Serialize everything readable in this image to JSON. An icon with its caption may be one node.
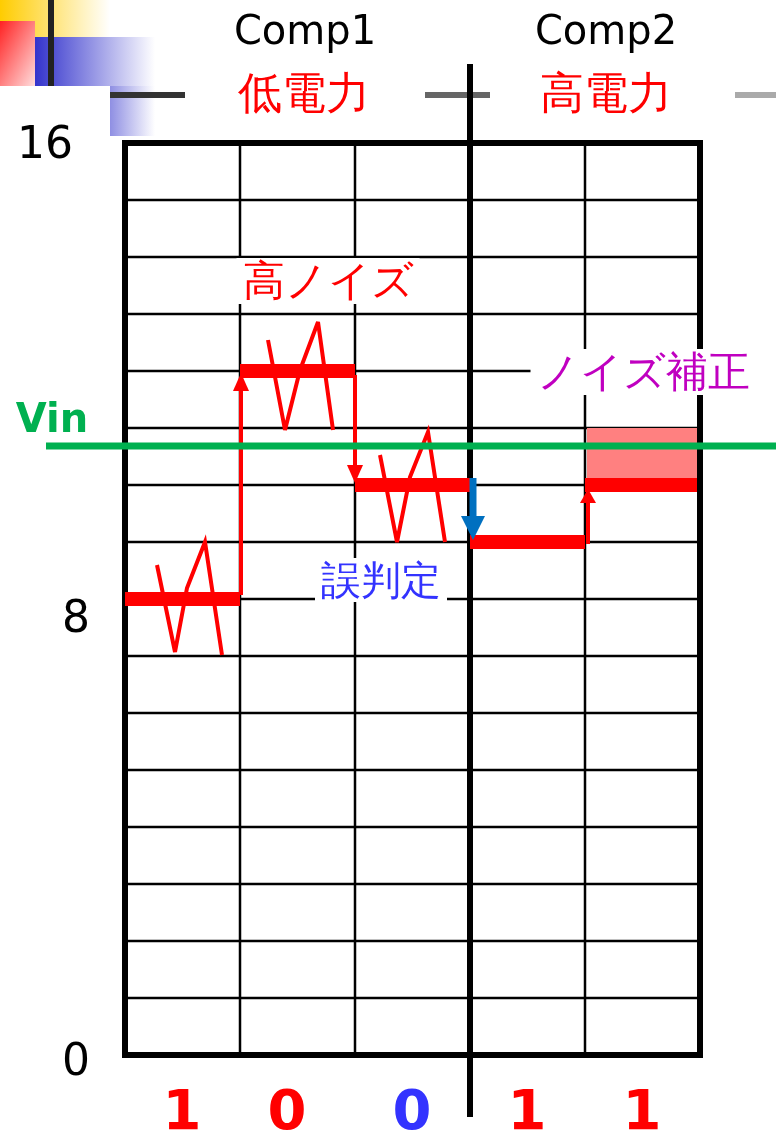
{
  "diagram": {
    "labels": [
      "Comp1",
      "Comp2",
      "低電力",
      "高電力",
      "16",
      "高ノイズ",
      "ノイズ補正",
      "Vin",
      "誤判定",
      "8",
      "0",
      "1",
      "0",
      "0",
      "1",
      "1"
    ]
  }
}
